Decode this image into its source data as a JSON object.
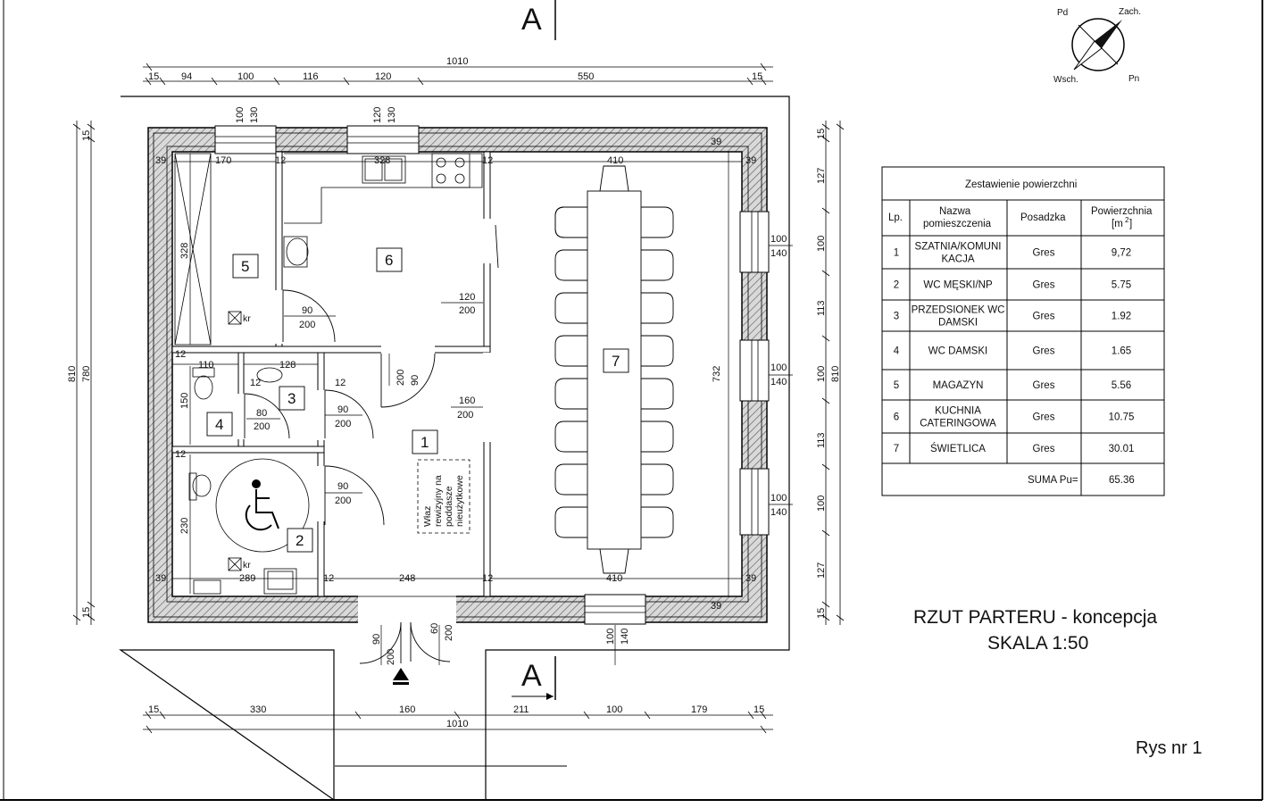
{
  "section_marks": {
    "top": "A",
    "bottom": "A"
  },
  "compass": {
    "nw": "Pd",
    "ne": "Zach.",
    "sw": "Wsch.",
    "se": "Pn"
  },
  "top_dims": {
    "total": "1010",
    "segments": [
      "15",
      "94",
      "100",
      "116",
      "120",
      "550",
      "15"
    ],
    "win1": [
      "100",
      "130"
    ],
    "win2": [
      "120",
      "130"
    ]
  },
  "bottom_dims": {
    "total": "1010",
    "segments": [
      "15",
      "330",
      "160",
      "211",
      "100",
      "179",
      "15"
    ]
  },
  "left_dims": {
    "outer": "810",
    "inner": "780",
    "top": "15",
    "bottom": "15"
  },
  "right_dims": {
    "outer": "810",
    "segments": [
      "15",
      "127",
      "100",
      "113",
      "100",
      "113",
      "100",
      "127",
      "15"
    ],
    "inner": "732"
  },
  "window_labels": {
    "right1": [
      "100",
      "140"
    ],
    "right2": [
      "100",
      "140"
    ],
    "right3": [
      "100",
      "140"
    ],
    "bottom": [
      "100",
      "140"
    ]
  },
  "door_labels": {
    "d6": [
      "90",
      "200"
    ],
    "d6b": [
      "120",
      "200"
    ],
    "d_top1": [
      "90",
      "200"
    ],
    "d7": [
      "160",
      "200"
    ],
    "d3": [
      "80",
      "200"
    ],
    "d4": [
      "90",
      "200"
    ],
    "d2": [
      "90",
      "200"
    ],
    "entry1": [
      "90",
      "200"
    ],
    "entry2": [
      "60",
      "200"
    ]
  },
  "inner_dims": {
    "d39a": "39",
    "d170": "170",
    "d12a": "12",
    "d328": "328",
    "d12b": "12",
    "d410a": "410",
    "d39b": "39",
    "d39c": "39",
    "d328v": "328",
    "d12c": "12",
    "d110": "110",
    "d128": "128",
    "d12d": "12",
    "d12e": "12",
    "d150": "150",
    "d12f": "12",
    "d230": "230",
    "d39d": "39",
    "d289": "289",
    "d12g": "12",
    "d248": "248",
    "d12h": "12",
    "d410b": "410",
    "d39e": "39",
    "d39f": "39",
    "d732": "732"
  },
  "rooms": [
    "1",
    "2",
    "3",
    "4",
    "5",
    "6",
    "7"
  ],
  "notes": {
    "kr1": "kr",
    "kr2": "kr",
    "hatch": [
      "Właz",
      "rewizyjny na",
      "poddasze",
      "nieużytkowe"
    ]
  },
  "table": {
    "title": "Zestawienie powierzchni",
    "headers": [
      "Lp.",
      "Nazwa pomieszczenia",
      "Posadzka",
      "Powierzchnia [m2]"
    ],
    "rows": [
      {
        "lp": "1",
        "name": "SZATNIA/KOMUNI KACJA",
        "floor": "Gres",
        "area": "9,72"
      },
      {
        "lp": "2",
        "name": "WC MĘSKI/NP",
        "floor": "Gres",
        "area": "5.75"
      },
      {
        "lp": "3",
        "name": "PRZEDSIONEK WC DAMSKI",
        "floor": "Gres",
        "area": "1.92"
      },
      {
        "lp": "4",
        "name": "WC DAMSKI",
        "floor": "Gres",
        "area": "1.65"
      },
      {
        "lp": "5",
        "name": "MAGAZYN",
        "floor": "Gres",
        "area": "5.56"
      },
      {
        "lp": "6",
        "name": "KUCHNIA CATERINGOWA",
        "floor": "Gres",
        "area": "10.75"
      },
      {
        "lp": "7",
        "name": "ŚWIETLICA",
        "floor": "Gres",
        "area": "30.01"
      }
    ],
    "sum_label": "SUMA Pu=",
    "sum_value": "65.36"
  },
  "title": {
    "line1": "RZUT PARTERU - koncepcja",
    "line2": "SKALA 1:50"
  },
  "rys": "Rys nr 1"
}
